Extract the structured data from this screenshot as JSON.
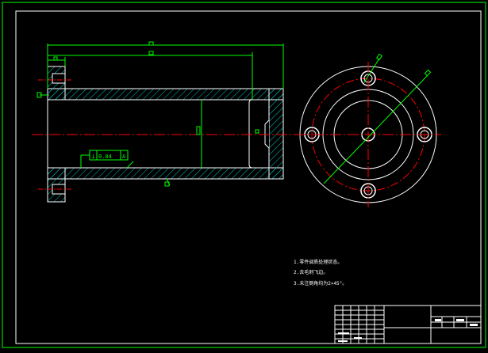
{
  "colors": {
    "background": "#000000",
    "outline": "#ffffff",
    "dimension": "#00ff00",
    "center_line": "#ff0000",
    "hatch": "#00bfbf",
    "notes_text": "#ffffff"
  },
  "tech_requirements": {
    "line1": "1.零件调质处理状态。",
    "line2": "2.去毛刺飞边。",
    "line3": "3.未注倒角均为2×45°。"
  },
  "tolerance_frame": {
    "symbol": "⊥",
    "value": "0.04",
    "datum": "A"
  },
  "icons": {
    "front_view": "flanged-bushing-section-view",
    "side_view": "flange-end-view"
  }
}
